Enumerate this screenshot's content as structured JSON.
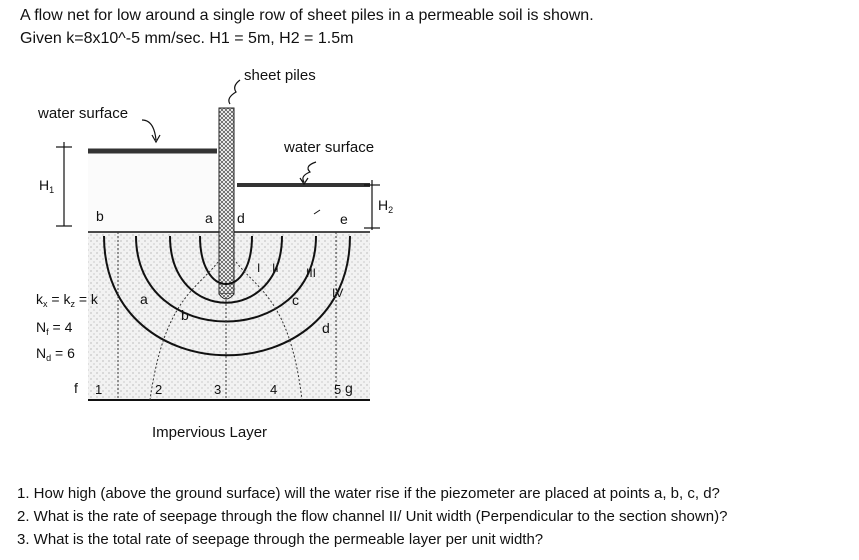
{
  "intro": {
    "line1": "A flow net for low around a single row of sheet piles in a permeable soil is shown.",
    "line2": "Given k=8x10^-5 mm/sec. H1 = 5m, H2 = 1.5m"
  },
  "figure": {
    "sheet_piles_label": "sheet piles",
    "water_surface_left": "water surface",
    "water_surface_right": "water surface",
    "h1": "H",
    "h1_sub": "1",
    "h2": "H",
    "h2_sub": "2",
    "point_a": "a",
    "point_b": "b",
    "point_c": "c",
    "point_d": "d",
    "point_e": "e",
    "point_f": "f",
    "point_g": "g",
    "channel_1": "I",
    "channel_2": "II",
    "channel_3": "III",
    "channel_4": "IV",
    "kx": "k",
    "kx_sub": "x",
    "kz": " = k",
    "kz_sub": "z",
    "k_tail": " = k",
    "nf": "N",
    "nf_sub": "f",
    "nf_val": " = 4",
    "nd": "N",
    "nd_sub": "d",
    "nd_val": " = 6",
    "eq_lines": [
      "1",
      "2",
      "3",
      "4",
      "5"
    ],
    "left_flow_a": "a",
    "left_flow_b": "b",
    "right_flow_c": "c",
    "right_flow_d": "d",
    "impervious_label": "Impervious Layer"
  },
  "questions": [
    "1. How high (above the ground surface) will the water rise if the piezometer are placed at points a, b, c, d?",
    "2. What is the rate of seepage through the flow channel II/ Unit width (Perpendicular to the section shown)?",
    "3. What is the total rate of seepage through the permeable layer per unit width?"
  ]
}
